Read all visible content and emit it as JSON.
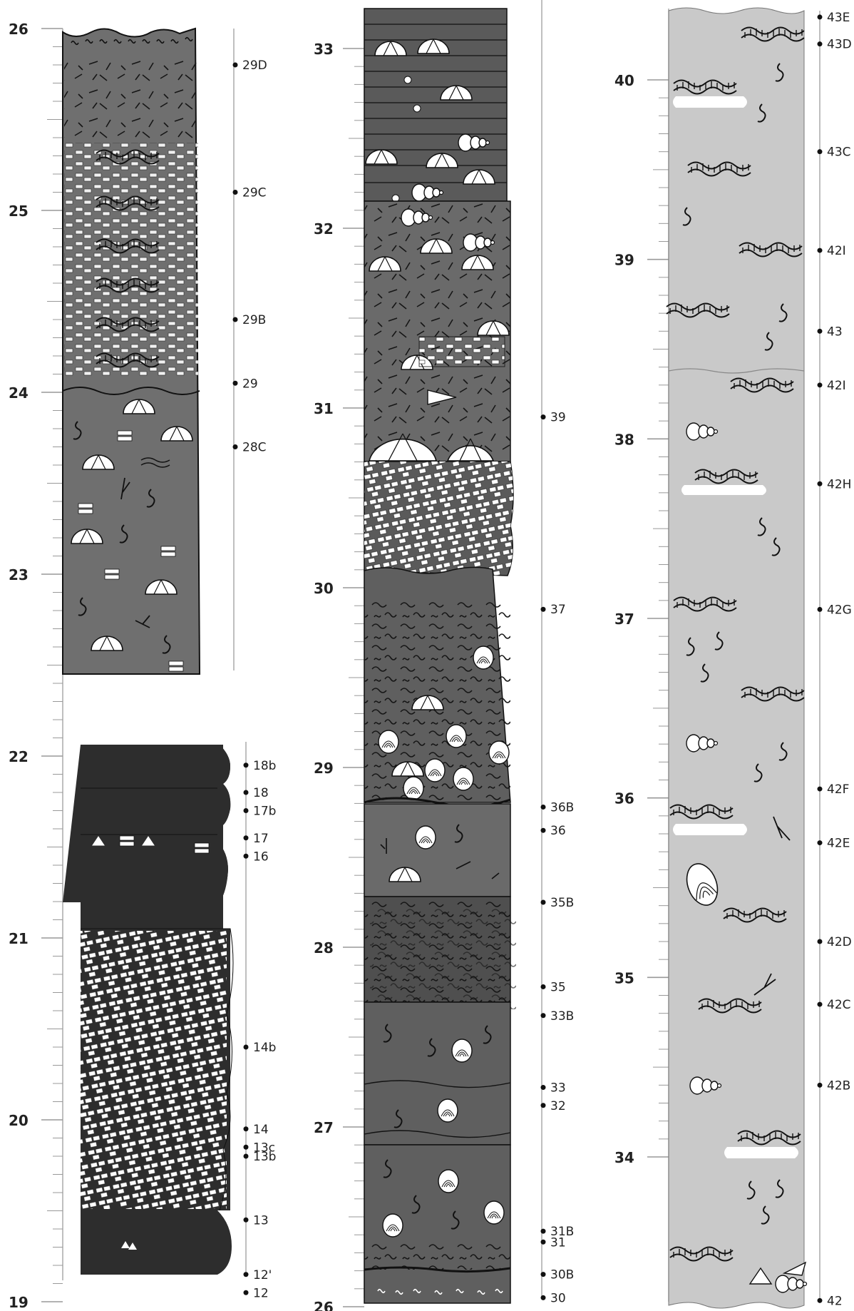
{
  "columns": [
    {
      "id": "col1",
      "scale_labels": [
        "26",
        "25",
        "24",
        "23",
        "22",
        "21",
        "20",
        "19"
      ],
      "scale_values": [
        26,
        25,
        24,
        23,
        22,
        21,
        20,
        19
      ],
      "samples": [
        {
          "label": "29D",
          "depth": 25.8
        },
        {
          "label": "29C",
          "depth": 25.1
        },
        {
          "label": "29B",
          "depth": 24.4
        },
        {
          "label": "29",
          "depth": 24.05
        },
        {
          "label": "28C",
          "depth": 23.7
        },
        {
          "label": "18b",
          "depth": 21.95
        },
        {
          "label": "18",
          "depth": 21.8
        },
        {
          "label": "17b",
          "depth": 21.7
        },
        {
          "label": "17",
          "depth": 21.55
        },
        {
          "label": "16",
          "depth": 21.45
        },
        {
          "label": "14b",
          "depth": 20.4
        },
        {
          "label": "14",
          "depth": 19.95
        },
        {
          "label": "13c",
          "depth": 19.85
        },
        {
          "label": "13b",
          "depth": 19.8
        },
        {
          "label": "13",
          "depth": 19.45
        },
        {
          "label": "12'",
          "depth": 19.15
        },
        {
          "label": "12",
          "depth": 19.05
        }
      ]
    },
    {
      "id": "col2",
      "scale_labels": [
        "33",
        "32",
        "31",
        "30",
        "29",
        "28",
        "27",
        "26"
      ],
      "scale_values": [
        33,
        32,
        31,
        30,
        29,
        28,
        27,
        26
      ],
      "samples": [
        {
          "label": "39",
          "depth": 30.95
        },
        {
          "label": "37",
          "depth": 29.88
        },
        {
          "label": "36B",
          "depth": 28.78
        },
        {
          "label": "36",
          "depth": 28.65
        },
        {
          "label": "35B",
          "depth": 28.25
        },
        {
          "label": "35",
          "depth": 27.78
        },
        {
          "label": "33B",
          "depth": 27.62
        },
        {
          "label": "33",
          "depth": 27.22
        },
        {
          "label": "32",
          "depth": 27.12
        },
        {
          "label": "31B",
          "depth": 26.42
        },
        {
          "label": "31",
          "depth": 26.36
        },
        {
          "label": "30B",
          "depth": 26.18
        },
        {
          "label": "30",
          "depth": 26.05
        }
      ]
    },
    {
      "id": "col3",
      "scale_labels": [
        "40",
        "39",
        "38",
        "37",
        "36",
        "35",
        "34"
      ],
      "scale_values": [
        40,
        39,
        38,
        37,
        36,
        35,
        34
      ],
      "samples": [
        {
          "label": "43E",
          "depth": 40.35
        },
        {
          "label": "43D",
          "depth": 40.2
        },
        {
          "label": "43C",
          "depth": 39.6
        },
        {
          "label": "42I",
          "depth": 39.05
        },
        {
          "label": "43",
          "depth": 38.6
        },
        {
          "label": "42I",
          "depth": 38.3
        },
        {
          "label": "42H",
          "depth": 37.75
        },
        {
          "label": "42G",
          "depth": 37.05
        },
        {
          "label": "42F",
          "depth": 36.05
        },
        {
          "label": "42E",
          "depth": 35.75
        },
        {
          "label": "42D",
          "depth": 35.2
        },
        {
          "label": "42C",
          "depth": 34.85
        },
        {
          "label": "42B",
          "depth": 34.4
        },
        {
          "label": "42",
          "depth": 33.2
        }
      ]
    }
  ],
  "colors": {
    "bed_dark": "#2d2d2d",
    "bed_mid": "#6f6f6f",
    "bed_mid_dark": "#5a5a5a",
    "bed_light": "#c9c9c9",
    "line": "#111111",
    "scale": "#999999"
  }
}
